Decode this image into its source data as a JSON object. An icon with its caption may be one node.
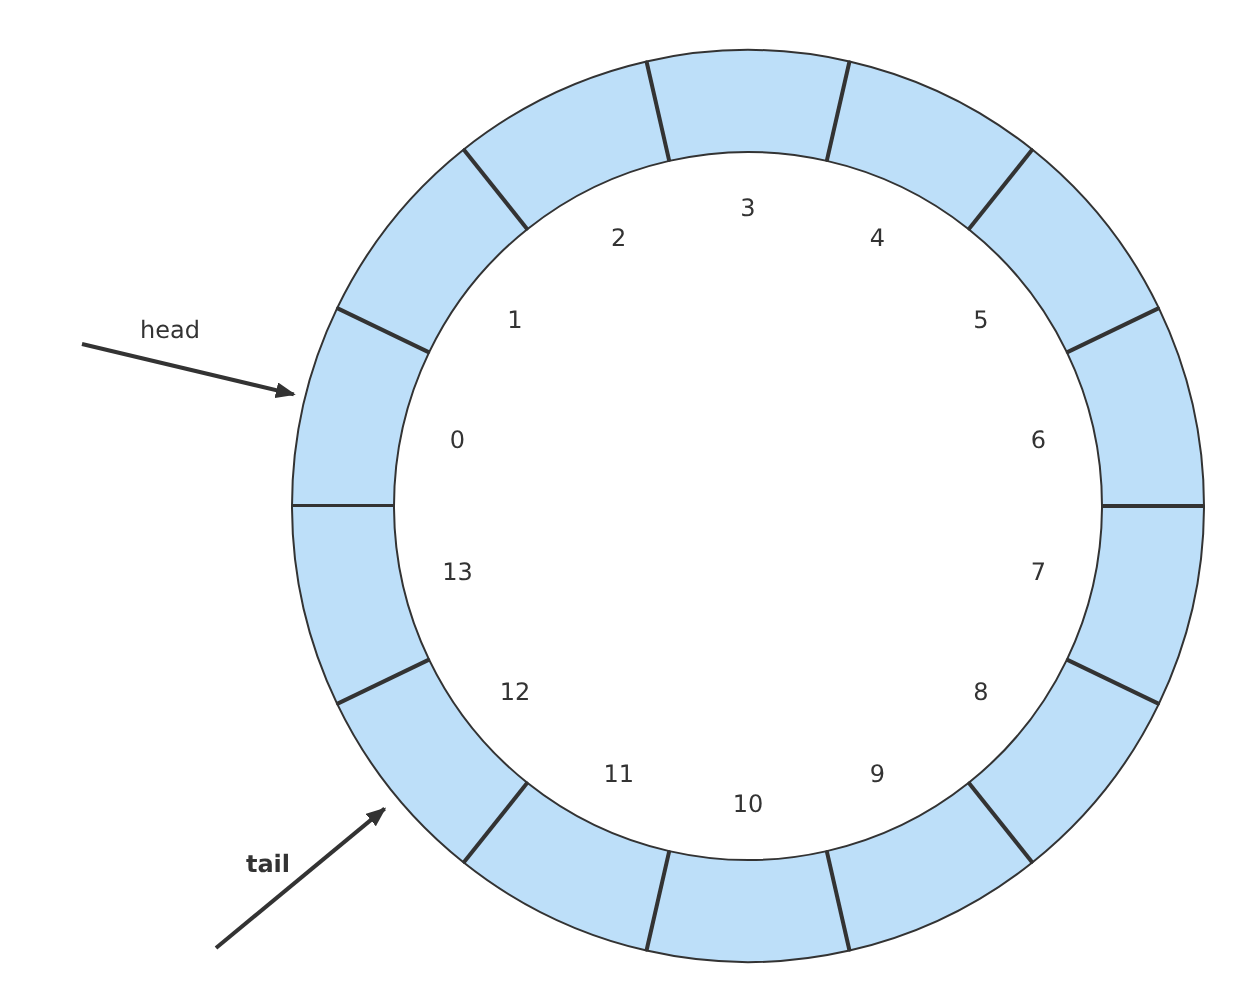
{
  "diagram": {
    "nodes": [
      {
        "text": [],
        "shape": "bar",
        "beside": [
          "0"
        ]
      },
      {
        "text": [],
        "shape": "bar",
        "beside": [
          "1"
        ]
      },
      {
        "text": [],
        "shape": "bar",
        "beside": [
          "2"
        ]
      },
      {
        "text": [],
        "shape": "bar",
        "beside": [
          "3"
        ]
      },
      {
        "text": [],
        "shape": "bar",
        "beside": [
          "4"
        ]
      },
      {
        "text": [],
        "shape": "bar",
        "beside": [
          "5"
        ]
      },
      {
        "text": [],
        "shape": "bar",
        "beside": [
          "6"
        ]
      },
      {
        "text": [],
        "shape": "bar",
        "beside": [
          "7"
        ]
      },
      {
        "text": [],
        "shape": "bar",
        "beside": [
          "8"
        ]
      },
      {
        "text": [],
        "shape": "bar",
        "beside": [
          "9"
        ]
      },
      {
        "text": [],
        "shape": "bar",
        "beside": [
          "10"
        ]
      },
      {
        "text": [],
        "shape": "bar",
        "beside": [
          "11"
        ]
      },
      {
        "text": [],
        "shape": "bar",
        "beside": [
          "12"
        ]
      },
      {
        "text": [],
        "shape": "bar",
        "beside": [
          "13"
        ]
      }
    ],
    "edges": [
      {
        "from": null,
        "to": 0,
        "arrow": "to",
        "label": "head"
      },
      {
        "from": null,
        "to": 12,
        "arrow": "to",
        "label": "**tail**"
      }
    ]
  }
}
